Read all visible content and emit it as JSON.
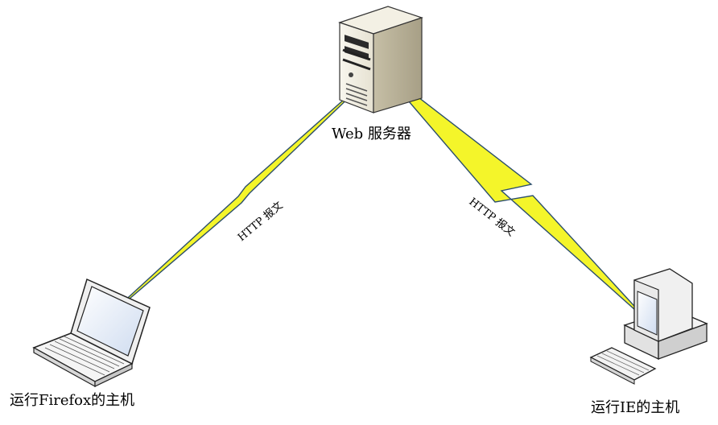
{
  "server": {
    "label": "Web 服务器",
    "icon": "server-icon"
  },
  "client_left": {
    "label": "运行Firefox的主机",
    "icon": "laptop-icon"
  },
  "client_right": {
    "label": "运行IE的主机",
    "icon": "desktop-computer-icon"
  },
  "links": [
    {
      "label": "HTTP 报文",
      "icon": "lightning-link-icon"
    },
    {
      "label": "HTTP 报文",
      "icon": "lightning-link-icon"
    }
  ],
  "colors": {
    "bolt_fill": "#f4f52a",
    "bolt_stroke": "#2c4f6c",
    "device_body": "#f2f2f2"
  }
}
